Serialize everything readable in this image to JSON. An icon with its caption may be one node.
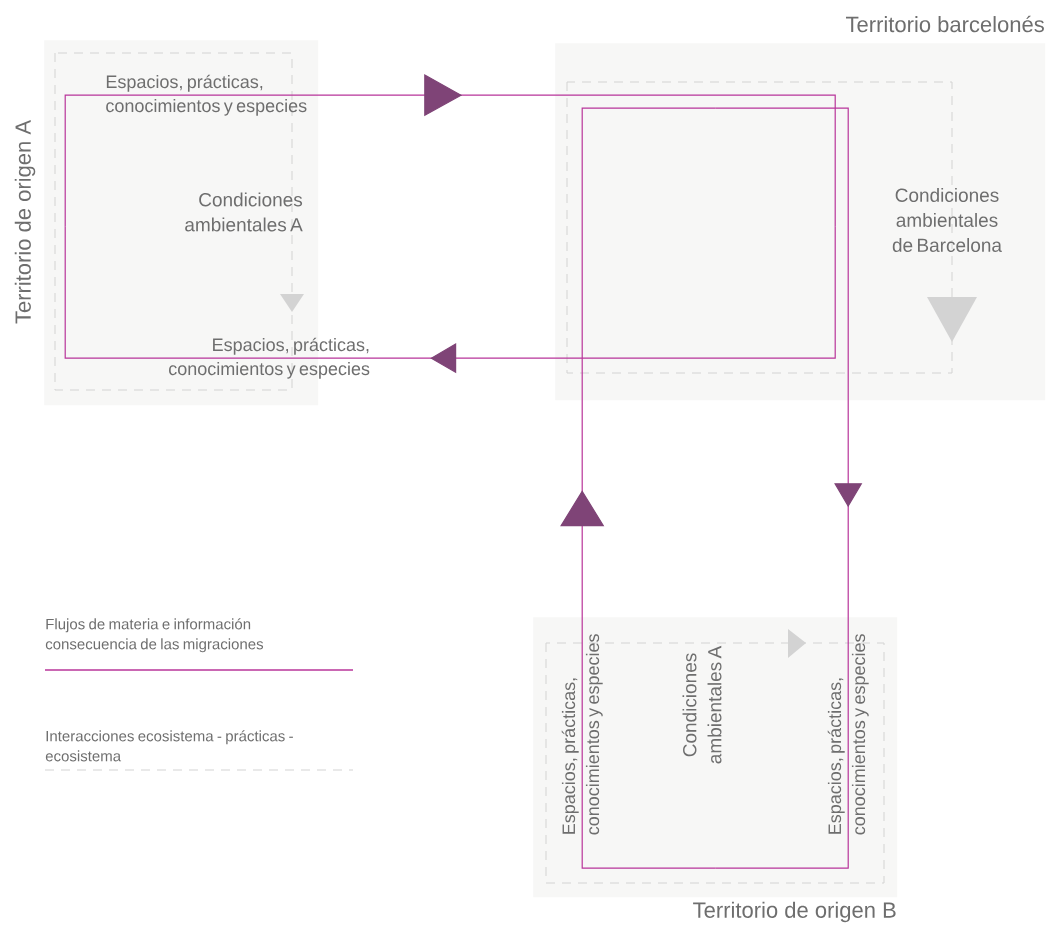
{
  "diagram": {
    "nodes": [
      {
        "text": [
          "Territorio de origen A",
          "Condiciones ambientales A"
        ]
      },
      {
        "text": [
          "Territorio barcelonés",
          "Condiciones ambientales de Barcelona"
        ]
      },
      {
        "text": [
          "Territorio de origen B",
          "Condiciones ambientales A"
        ]
      }
    ],
    "edges": [
      {
        "from": 0,
        "to": 1,
        "arrow": "to",
        "label": "Espacios, prácticas, conocimientos y especies"
      },
      {
        "from": 1,
        "to": 0,
        "arrow": "to",
        "label": "Espacios, prácticas, conocimientos y especies"
      },
      {
        "from": 2,
        "to": 1,
        "arrow": "to",
        "label": "Espacios, prácticas, conocimientos y especies"
      },
      {
        "from": 1,
        "to": 2,
        "arrow": "to",
        "label": "Espacios, prácticas, conocimientos y especies"
      }
    ],
    "legend": [
      {
        "text": "Flujos de materia e información consecuencia de las migraciones"
      },
      {
        "text": "Interacciones ecosistema - prácticas - ecosistema"
      }
    ]
  }
}
